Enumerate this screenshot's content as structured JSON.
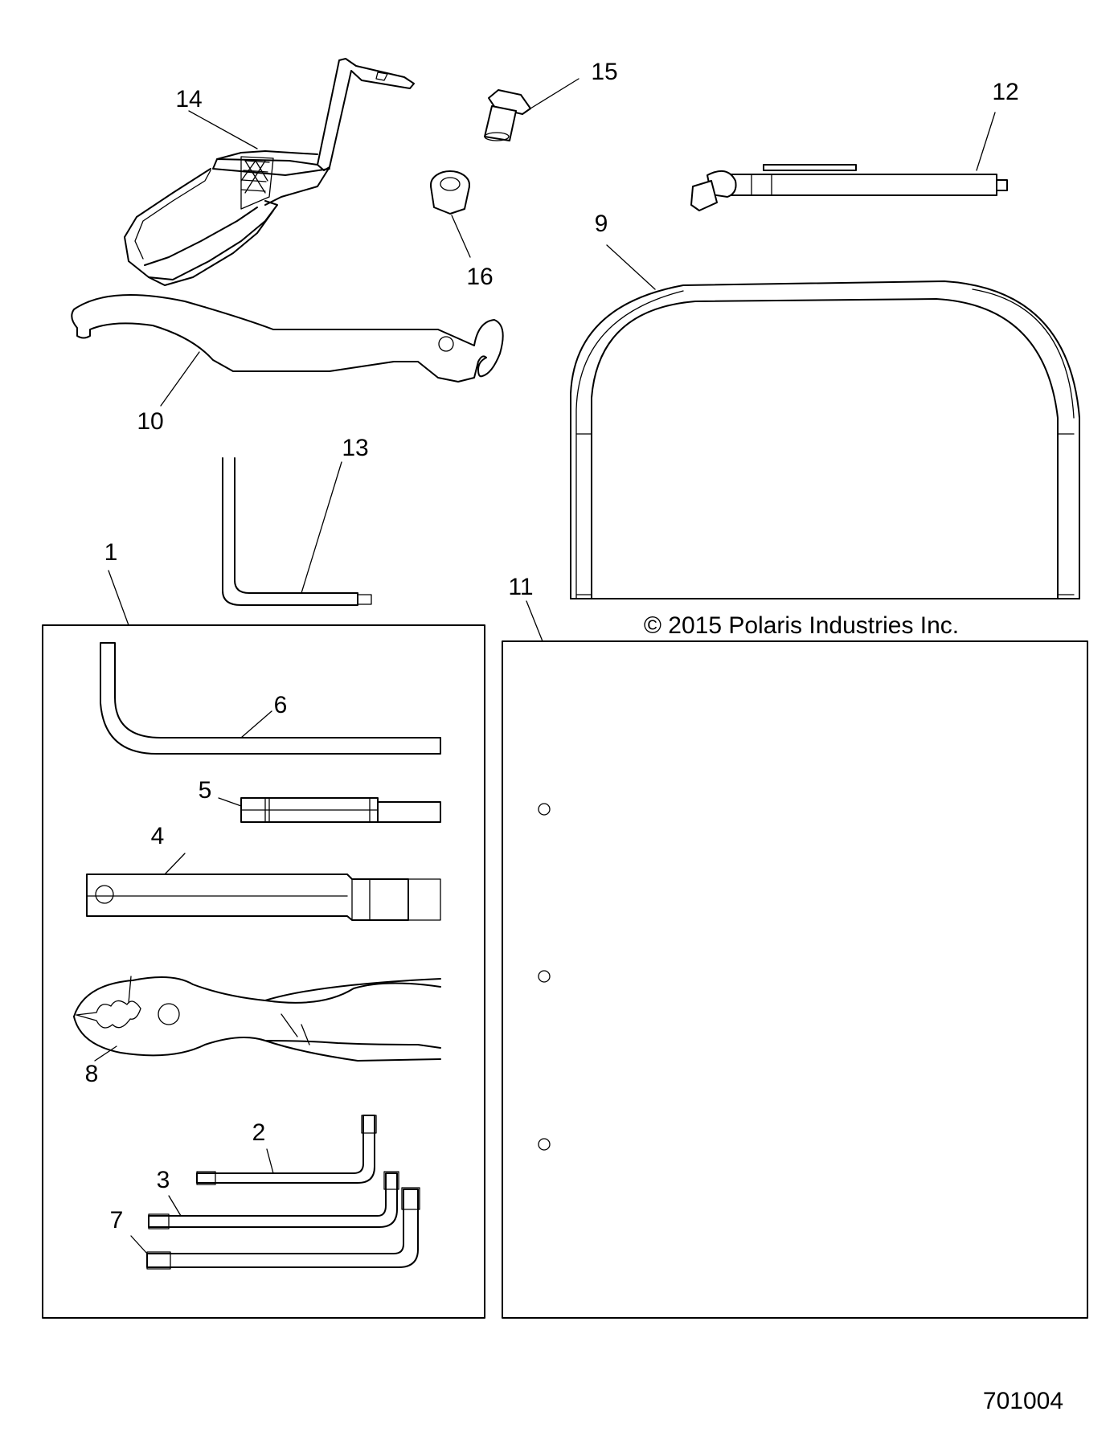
{
  "diagram": {
    "copyright": "© 2015 Polaris Industries Inc.",
    "drawing_number": "701004",
    "callouts": [
      "1",
      "2",
      "3",
      "4",
      "5",
      "6",
      "7",
      "8",
      "9",
      "10",
      "11",
      "12",
      "13",
      "14",
      "15",
      "16"
    ]
  }
}
